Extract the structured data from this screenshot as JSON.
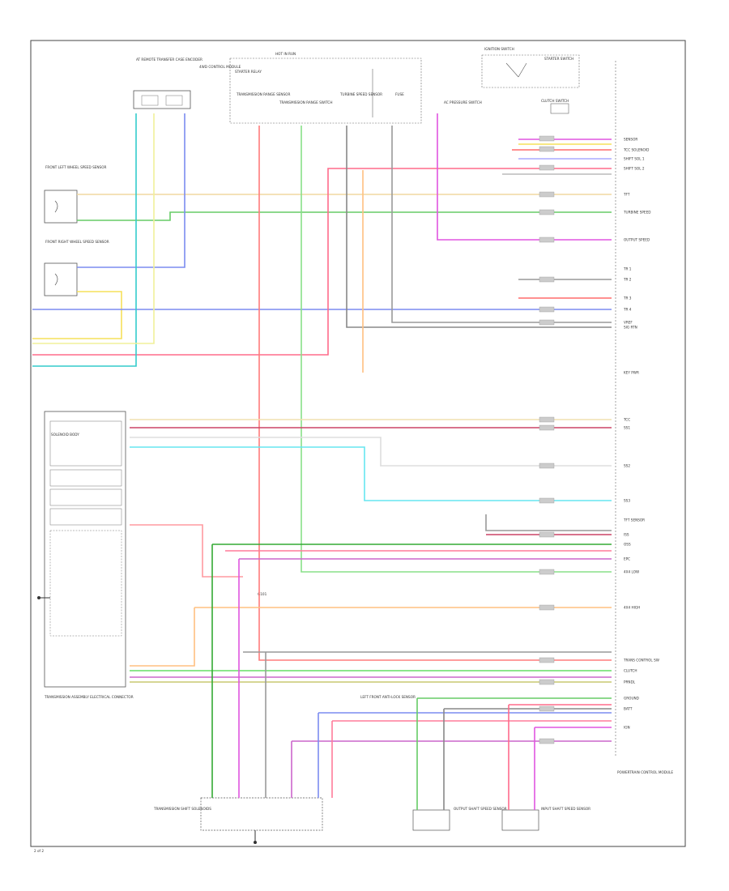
{
  "diagram": {
    "page_ref": "2 of 2"
  },
  "labels": {
    "top_left_component": "AT REMOTE TRANSFER CASE ENCODER",
    "starter_relay": "STARTER RELAY",
    "hot_in_run": "HOT IN RUN",
    "engine_harness_relay": "4WD CONTROL MODULE",
    "trans_range_sensor_1": "TRANSMISSION RANGE SENSOR",
    "trans_range_sensor_2": "TRANSMISSION RANGE SWITCH",
    "turbine_speed": "TURBINE SPEED SENSOR",
    "fuse": "FUSE",
    "pressure_switch": "AC PRESSURE SWITCH",
    "ignition_switch": "IGNITION SWITCH",
    "starter_switch": "STARTER SWITCH",
    "clutch_switch": "CLUTCH SWITCH",
    "front_left_sensor": "FRONT LEFT WHEEL SPEED SENSOR",
    "front_right_sensor": "FRONT RIGHT WHEEL SPEED SENSOR",
    "trans_assembly": "TRANSMISSION ASSEMBLY ELECTRICAL CONNECTOR",
    "pcm_title": "POWERTRAIN CONTROL MODULE",
    "bottom_left_sensor": "TRANSMISSION SHIFT SOLENOIDS",
    "bottom_mid_sensor": "OUTPUT SHAFT SPEED SENSOR",
    "bottom_right_sensor": "INPUT SHAFT SPEED SENSOR",
    "ground_note": "G101",
    "left_park": "LEFT FRONT ANTI-LOCK SENSOR",
    "trans_solenoid_block": "SOLENOID BODY"
  },
  "right_pins": [
    "SENSOR",
    "TCC SOLENOID",
    "SHIFT SOL 1",
    "SHIFT SOL 2",
    "TFT",
    "TURBINE SPEED",
    "OUTPUT SPEED",
    "TR 1",
    "TR 2",
    "TR 3",
    "TR 4",
    "VREF",
    "SIG RTN",
    "KEY PWR",
    "TCC",
    "SS1",
    "SS2",
    "SS3",
    "TFT SENSOR",
    "ISS",
    "OSS",
    "EPC",
    "4X4 LOW",
    "4X4 HIGH",
    "TRANS CONTROL SW",
    "CLUTCH",
    "PRNDL",
    "GROUND",
    "BATT",
    "IGN"
  ]
}
